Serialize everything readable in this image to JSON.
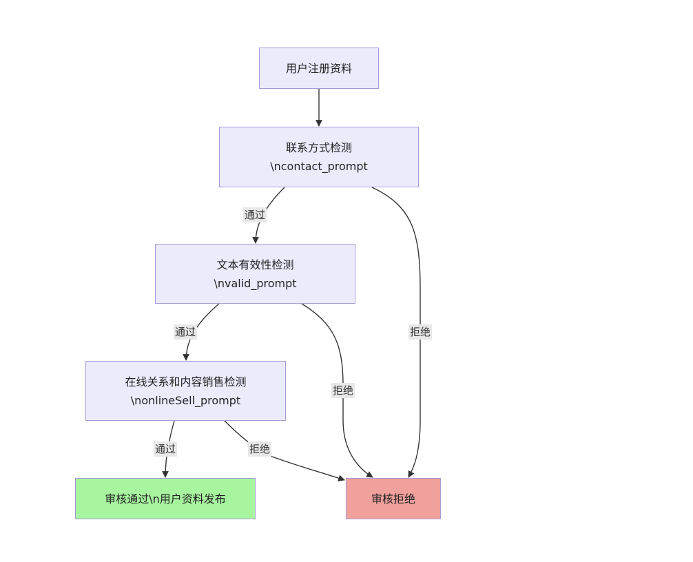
{
  "nodes": {
    "register": "用户注册资料",
    "contact_title": "联系方式检测",
    "contact_prompt": "\\ncontact_prompt",
    "valid_title": "文本有效性检测",
    "valid_prompt": "\\nvalid_prompt",
    "online_title": "在线关系和内容销售检测",
    "online_prompt": "\\nonlineSell_prompt",
    "approved": "审核通过\\n用户资料发布",
    "rejected": "审核拒绝"
  },
  "edges": {
    "contact_pass": "通过",
    "contact_reject": "拒绝",
    "valid_pass": "通过",
    "valid_reject": "拒绝",
    "online_pass": "通过",
    "online_reject": "拒绝"
  },
  "colors": {
    "node_fill": "#ecebfc",
    "node_border": "#a79ad9",
    "approve_fill": "#a8f5a0",
    "reject_fill": "#f0a19c",
    "edge": "#333333",
    "label_bg": "#e8e8e8"
  }
}
